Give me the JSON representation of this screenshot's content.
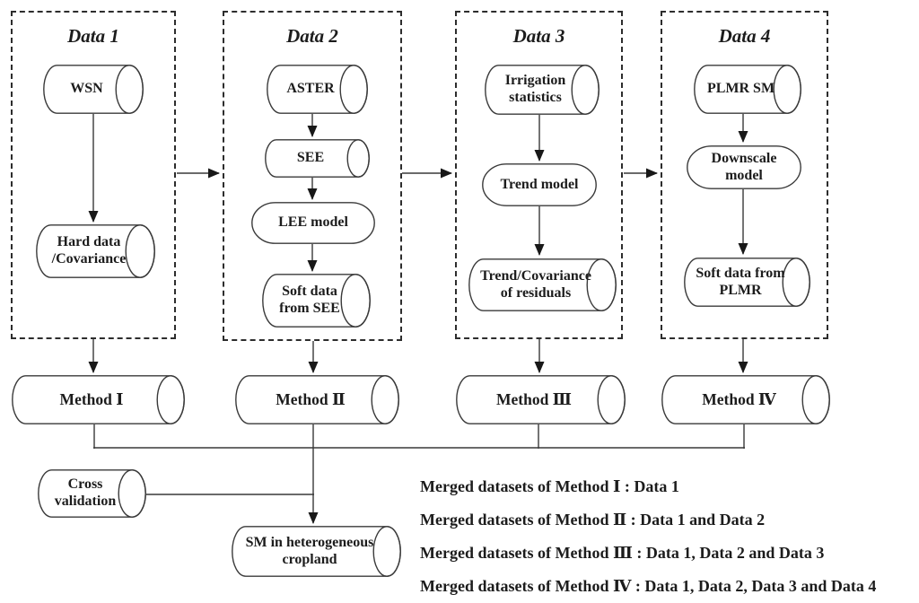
{
  "diagram": {
    "columns": [
      {
        "title": "Data 1",
        "nodes": [
          {
            "label": "WSN"
          },
          {
            "label": "Hard data\n/Covariance"
          }
        ]
      },
      {
        "title": "Data 2",
        "nodes": [
          {
            "label": "ASTER"
          },
          {
            "label": "SEE"
          },
          {
            "label": "LEE model"
          },
          {
            "label": "Soft data\nfrom SEE"
          }
        ]
      },
      {
        "title": "Data 3",
        "nodes": [
          {
            "label": "Irrigation\nstatistics"
          },
          {
            "label": "Trend model"
          },
          {
            "label": "Trend/Covariance\nof residuals"
          }
        ]
      },
      {
        "title": "Data 4",
        "nodes": [
          {
            "label": "PLMR SM"
          },
          {
            "label": "Downscale\nmodel"
          },
          {
            "label": "Soft data from\nPLMR"
          }
        ]
      }
    ],
    "methods": [
      {
        "label": "Method Ⅰ"
      },
      {
        "label": "Method Ⅱ"
      },
      {
        "label": "Method Ⅲ"
      },
      {
        "label": "Method Ⅳ"
      }
    ],
    "cross_validation": "Cross\nvalidation",
    "output": "SM in heterogeneous\ncropland",
    "legend": [
      "Merged datasets of Method Ⅰ : Data 1",
      "Merged datasets of Method Ⅱ : Data 1 and Data 2",
      "Merged datasets of Method Ⅲ : Data 1, Data 2 and Data 3",
      "Merged datasets of Method Ⅳ : Data 1, Data 2, Data 3 and Data 4"
    ],
    "colors": {
      "stroke": "#3a3a3a",
      "text": "#1c1c1c",
      "background": "#ffffff"
    }
  }
}
